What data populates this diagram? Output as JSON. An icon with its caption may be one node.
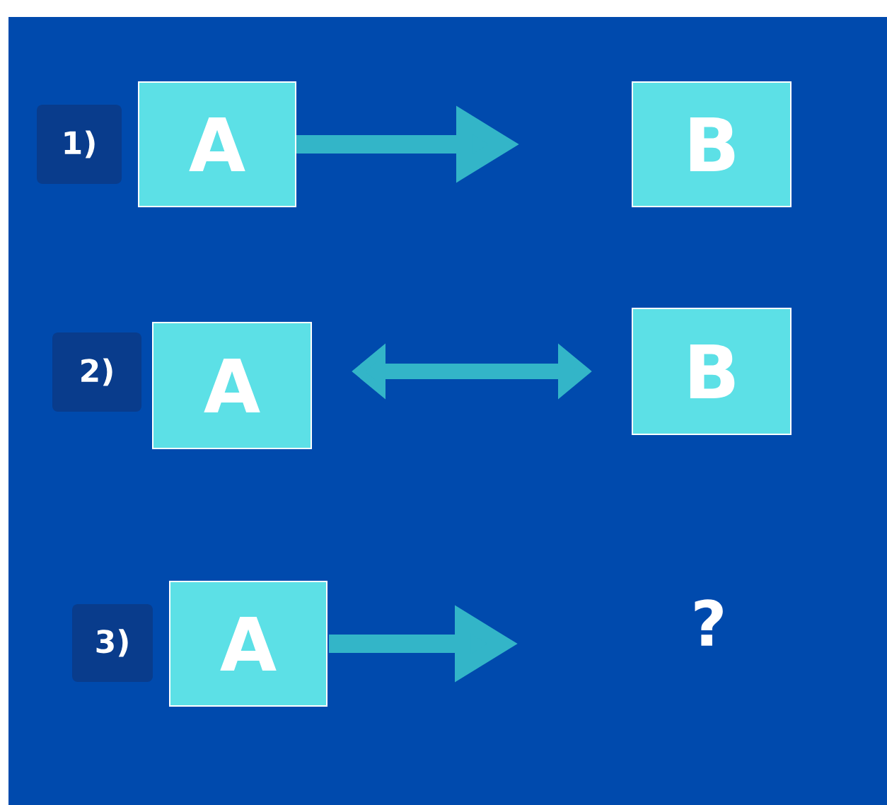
{
  "diagram": {
    "nodes": [
      {
        "text": [
          "1)"
        ]
      },
      {
        "text": [
          "A"
        ]
      },
      {
        "text": [
          "B"
        ]
      },
      {
        "text": [
          "2)"
        ]
      },
      {
        "text": [
          "A"
        ]
      },
      {
        "text": [
          "B"
        ]
      },
      {
        "text": [
          "3)"
        ]
      },
      {
        "text": [
          "A"
        ]
      }
    ],
    "edges": [
      {
        "from": 1,
        "to": null,
        "arrow": "to"
      },
      {
        "from": 4,
        "to": 5,
        "arrow": "both"
      },
      {
        "from": 7,
        "to": null,
        "arrow": "to"
      }
    ],
    "labels": [
      "?"
    ]
  }
}
